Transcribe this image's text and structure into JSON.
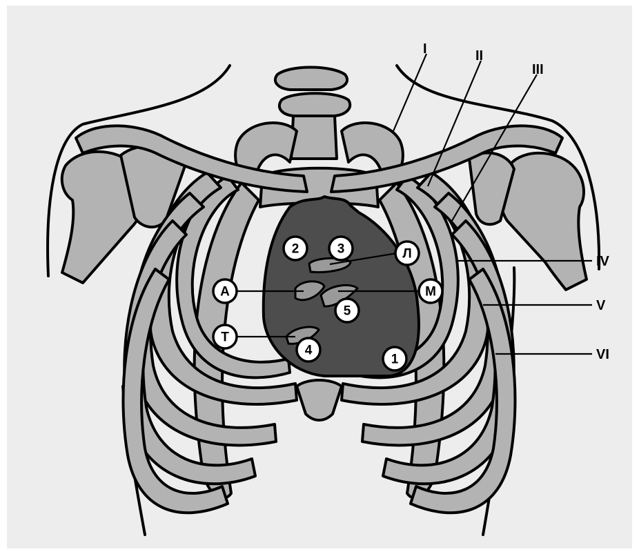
{
  "colors": {
    "background": "#ededed",
    "bone": "#b3b3b3",
    "heart": "#4d4d4d",
    "valve": "#9a9a9a",
    "outline": "#000000",
    "marker_fill": "#ffffff"
  },
  "rib_labels": [
    "I",
    "II",
    "III",
    "IV",
    "V",
    "VI"
  ],
  "auscultation_points": [
    "1",
    "2",
    "3",
    "4",
    "5"
  ],
  "valve_markers": [
    "Л",
    "А",
    "М",
    "Т"
  ]
}
